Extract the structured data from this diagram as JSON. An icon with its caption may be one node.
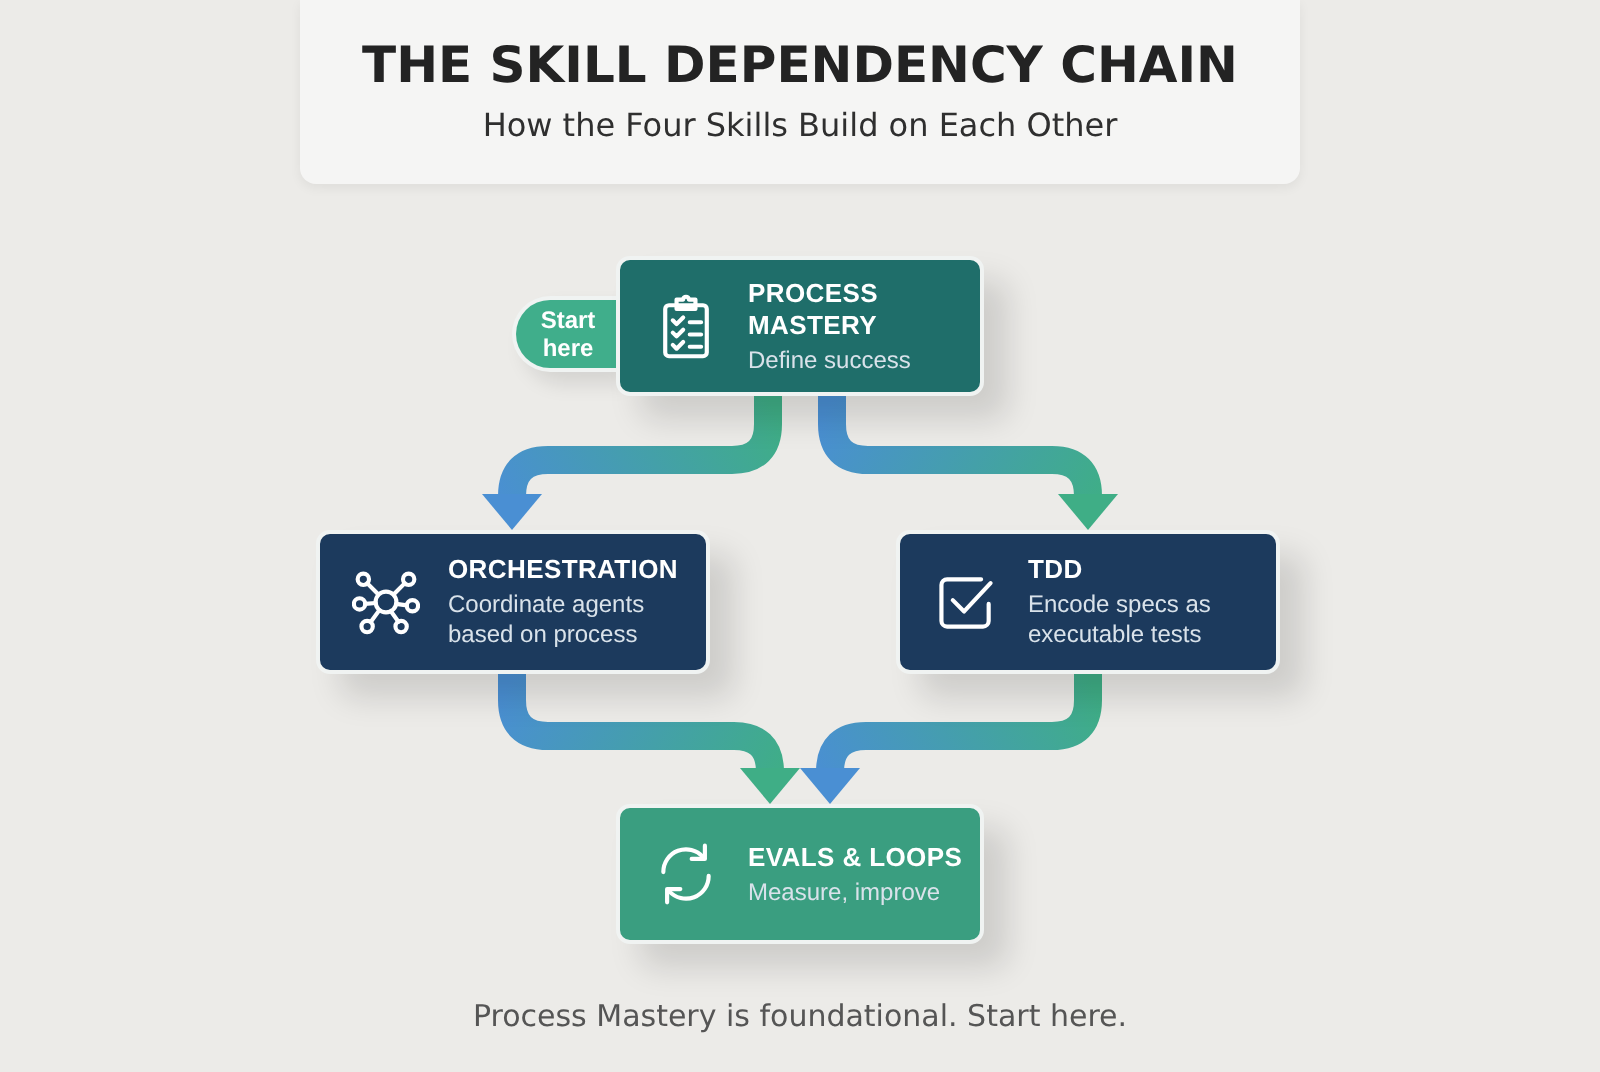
{
  "diagram": {
    "title": "THE SKILL DEPENDENCY CHAIN",
    "caption": "Process Mastery is foundational. Start here.",
    "nodes": [
      {
        "text": [
          "PROCESS MASTERY",
          "Define success"
        ]
      },
      {
        "text": [
          "Start here"
        ]
      },
      {
        "text": [
          "ORCHESTRATION",
          "Coordinate agents based on process"
        ]
      },
      {
        "text": [
          "TDD",
          "Encode specs as executable tests"
        ]
      },
      {
        "text": [
          "EVALS & LOOPS",
          "Measure, improve"
        ]
      }
    ],
    "edges": [
      {
        "from": 0,
        "to": 2,
        "arrow": "to"
      },
      {
        "from": 0,
        "to": 3,
        "arrow": "to"
      },
      {
        "from": 2,
        "to": 4,
        "arrow": "to"
      },
      {
        "from": 3,
        "to": 4,
        "arrow": "to"
      }
    ],
    "labels": [
      "How the Four Skills Build on Each Other"
    ]
  }
}
